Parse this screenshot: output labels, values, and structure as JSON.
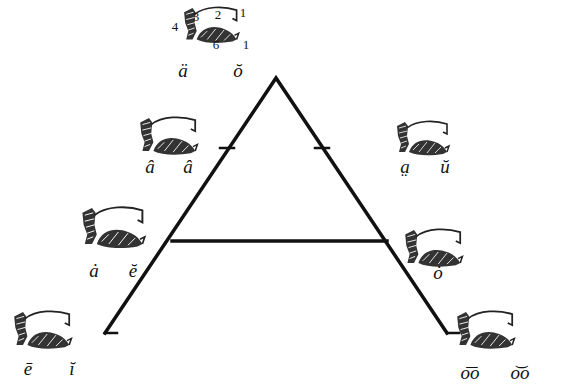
{
  "diagram": {
    "labels": [
      "4",
      "3",
      "2",
      "1",
      "6",
      "1",
      "ä",
      "ŏ",
      "â",
      "â",
      "a̤",
      "ŭ",
      "ȧ",
      "ĕ",
      "ȯ",
      "ē",
      "ĭ",
      "o͞o",
      "o͝o"
    ]
  }
}
